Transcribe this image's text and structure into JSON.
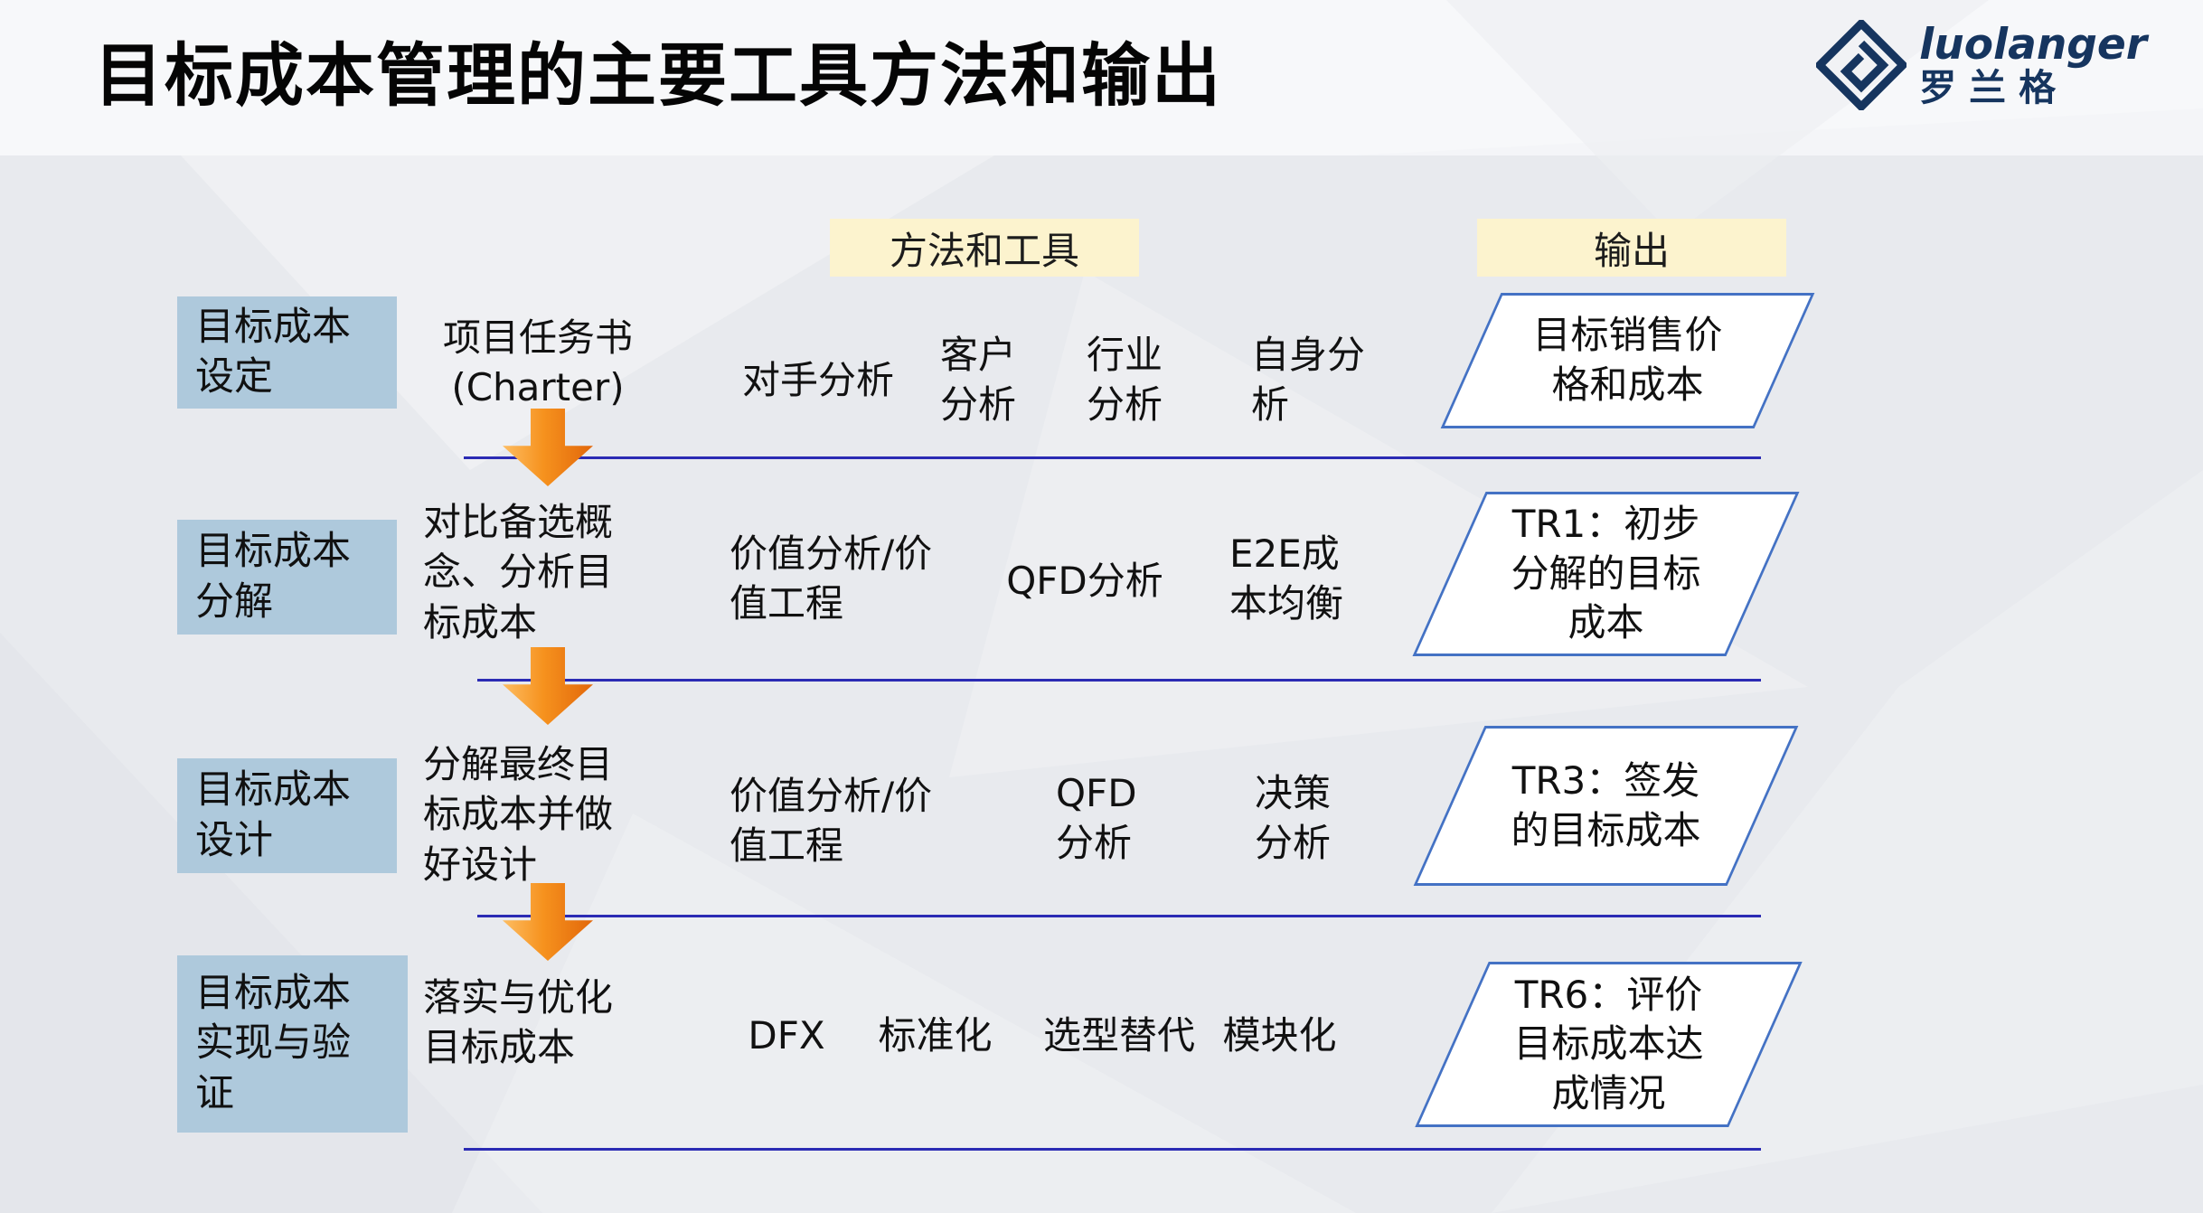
{
  "slide": {
    "title": "目标成本管理的主要工具方法和输出"
  },
  "logo": {
    "brand": "luolanger",
    "brand_cn": "罗兰格"
  },
  "column_headers": {
    "methods_tools": "方法和工具",
    "output": "输出"
  },
  "rows": [
    {
      "stage": "目标成本\n设定",
      "activity": "项目任务书\n(Charter)",
      "tools": [
        "对手分析",
        "客户\n分析",
        "行业\n分析",
        "自身分\n析"
      ],
      "output": "目标销售价\n格和成本"
    },
    {
      "stage": "目标成本\n分解",
      "activity": "对比备选概\n念、分析目\n标成本",
      "tools": [
        "价值分析/价\n值工程",
        "QFD分析",
        "E2E成\n本均衡"
      ],
      "output": "TR1：初步\n分解的目标\n成本"
    },
    {
      "stage": "目标成本\n设计",
      "activity": "分解最终目\n标成本并做\n好设计",
      "tools": [
        "价值分析/价\n值工程",
        "QFD\n分析",
        "决策\n分析"
      ],
      "output": "TR3：签发\n的目标成本"
    },
    {
      "stage": "目标成本\n实现与验\n证",
      "activity": "落实与优化\n目标成本",
      "tools": [
        "DFX",
        "标准化",
        "选型替代",
        "模块化"
      ],
      "output": "TR6：评价\n目标成本达\n成情况"
    }
  ],
  "colors": {
    "stage_box_bg": "#AEC9DC",
    "header_bg": "#FCF3CE",
    "parallelogram_border": "#4472C4",
    "arrow_orange": "#F6921E",
    "line_blue": "#2B2BB4",
    "logo_navy": "#16355F"
  }
}
